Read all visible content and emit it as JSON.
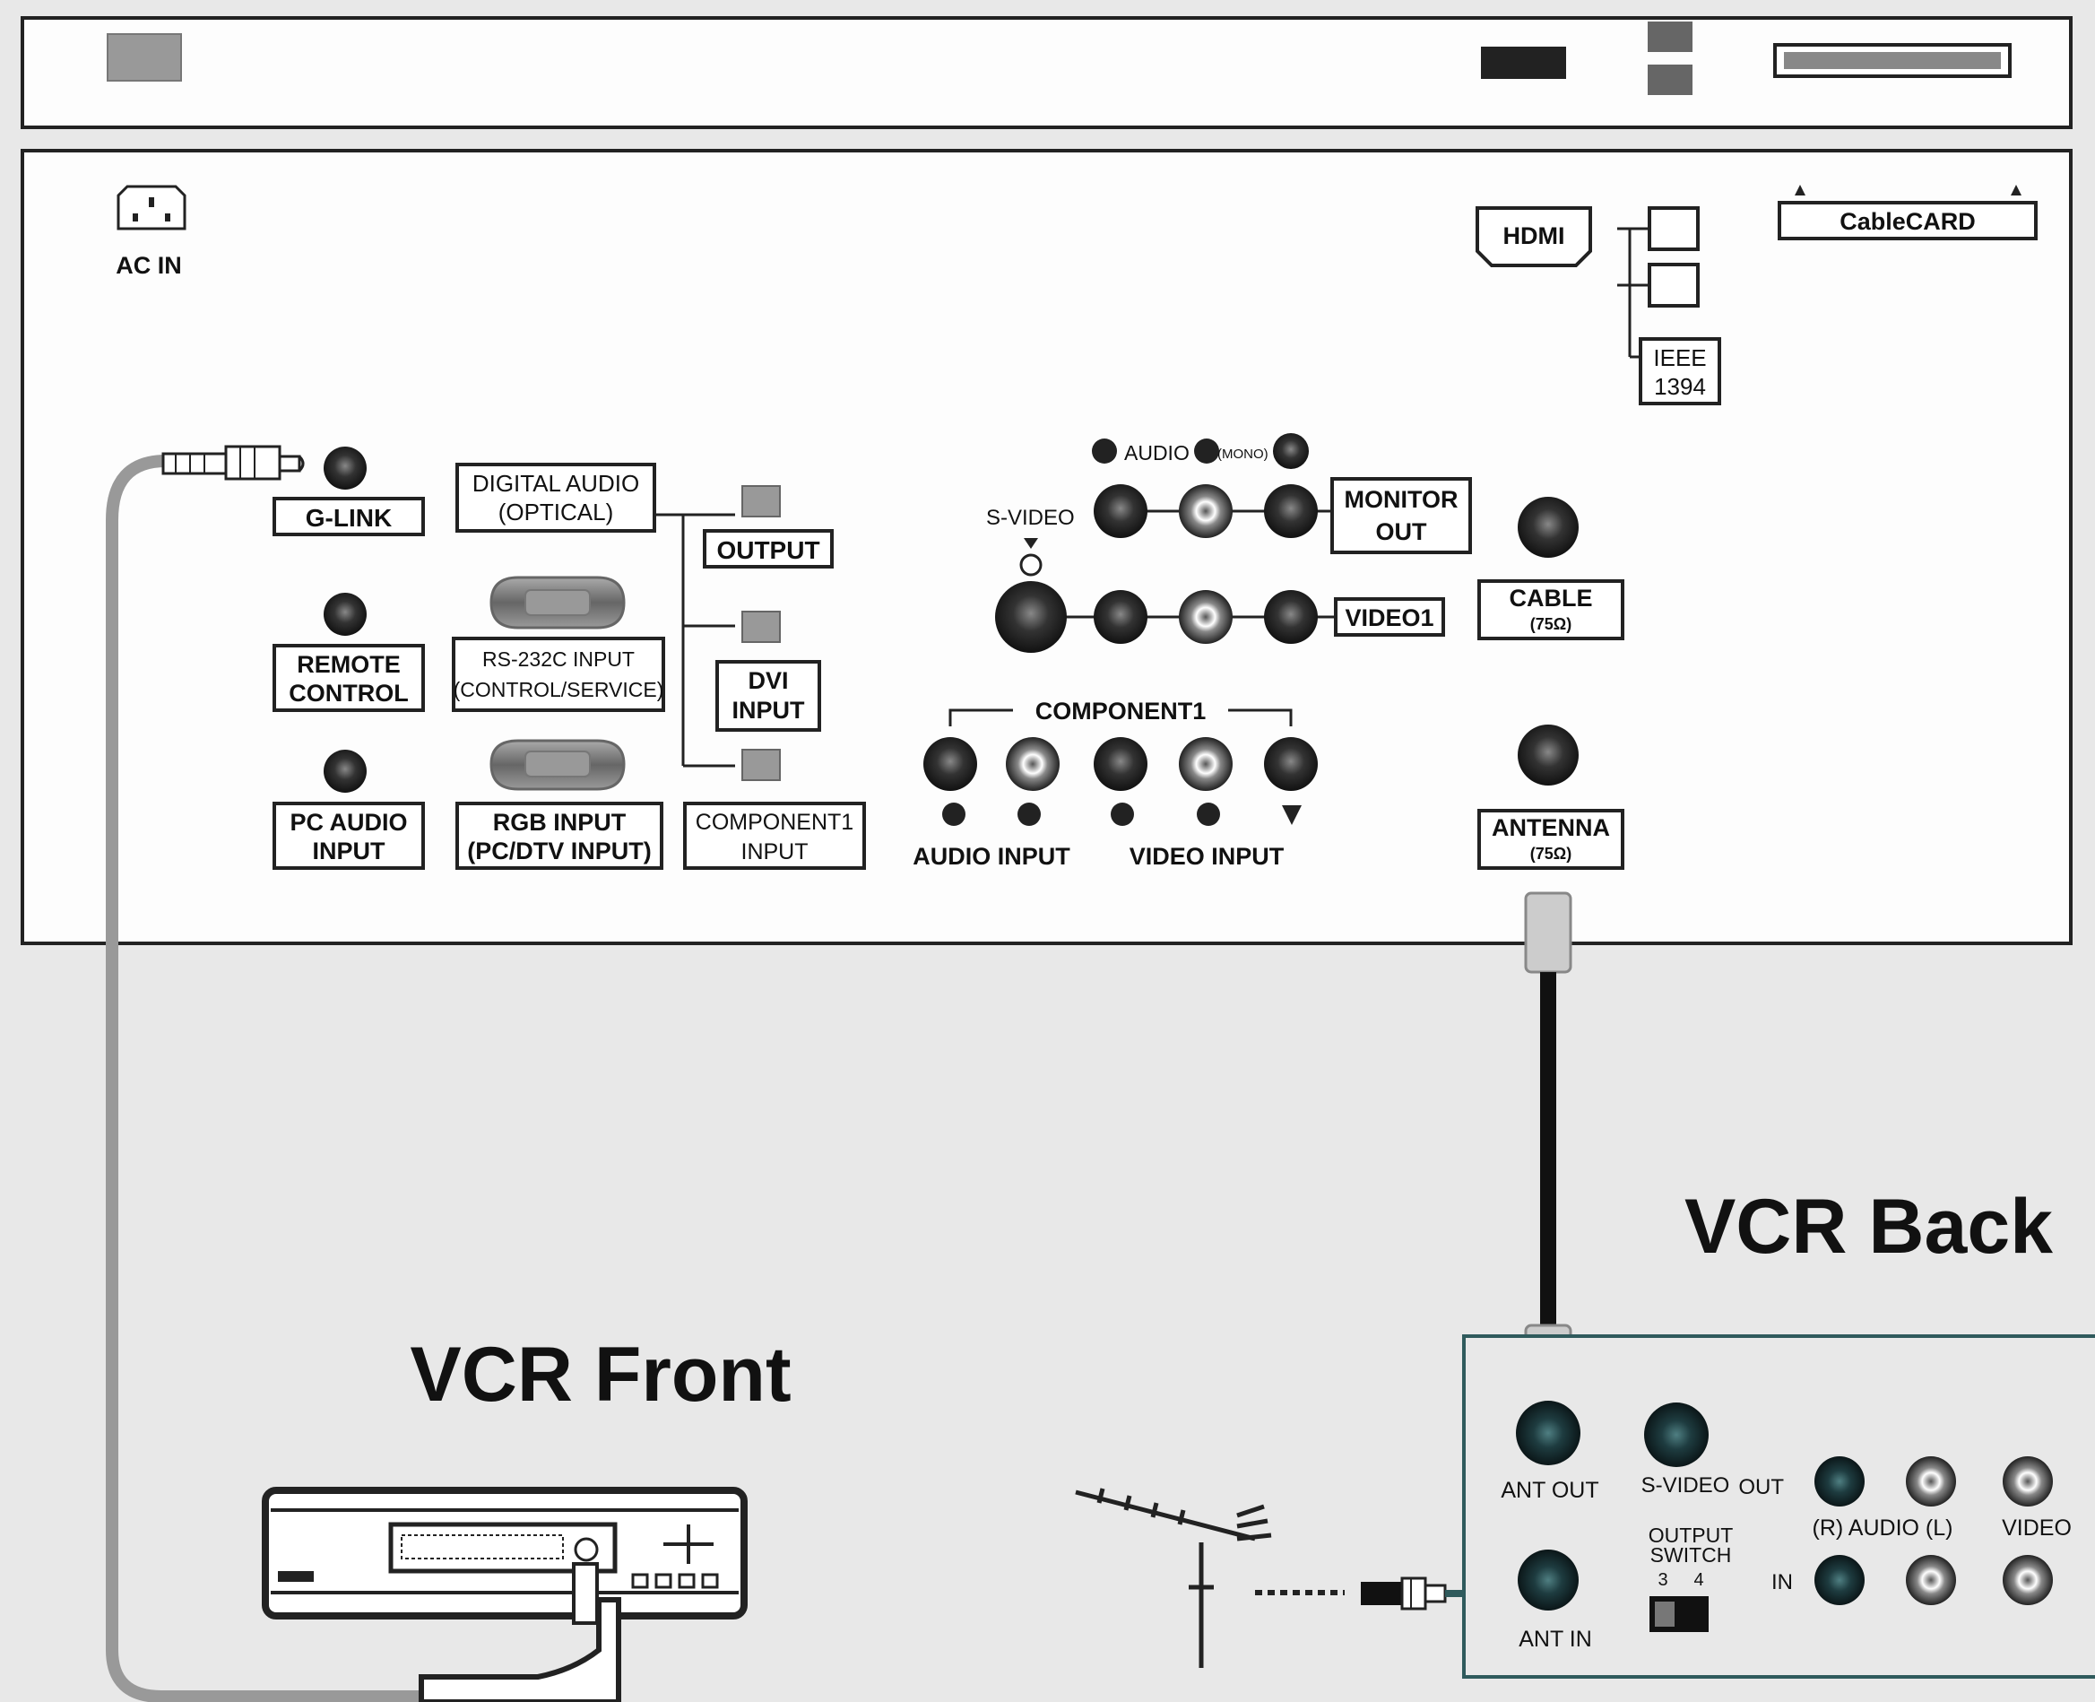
{
  "tv": {
    "ac_in": "AC IN",
    "hdmi": "HDMI",
    "ieee_line1": "IEEE",
    "ieee_line2": "1394",
    "cablecard": "CableCARD",
    "g_link": "G-LINK",
    "remote_control_line1": "REMOTE",
    "remote_control_line2": "CONTROL",
    "pc_audio_line1": "PC AUDIO",
    "pc_audio_line2": "INPUT",
    "digital_audio_line1": "DIGITAL AUDIO",
    "digital_audio_line2": "(OPTICAL)",
    "rs232c_line1": "RS-232C INPUT",
    "rs232c_line2": "(CONTROL/SERVICE)",
    "rgb_line1": "RGB INPUT",
    "rgb_line2": "(PC/DTV INPUT)",
    "output": "OUTPUT",
    "dvi_line1": "DVI",
    "dvi_line2": "INPUT",
    "component1_input_line1": "COMPONENT1",
    "component1_input_line2": "INPUT",
    "audio_mono_prefix": "AUDIO",
    "audio_mono_suffix": "(MONO)",
    "s_video": "S-VIDEO",
    "monitor_out_line1": "MONITOR",
    "monitor_out_line2": "OUT",
    "video1": "VIDEO1",
    "cable_line1": "CABLE",
    "cable_line2": "(75Ω)",
    "component1_header": "COMPONENT1",
    "audio_input": "AUDIO INPUT",
    "video_input": "VIDEO INPUT",
    "antenna_line1": "ANTENNA",
    "antenna_line2": "(75Ω)"
  },
  "vcr": {
    "back_title": "VCR Back",
    "front_title": "VCR Front",
    "ant_out": "ANT OUT",
    "ant_in": "ANT IN",
    "s_video": "S-VIDEO",
    "out": "OUT",
    "in": "IN",
    "audio": "(R) AUDIO (L)",
    "video": "VIDEO",
    "output_switch_line1": "OUTPUT",
    "output_switch_line2": "SWITCH",
    "switch_3": "3",
    "switch_4": "4"
  }
}
